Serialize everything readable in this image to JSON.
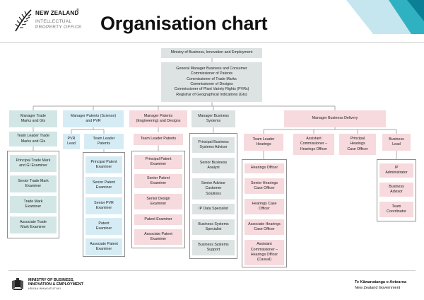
{
  "header": {
    "logo_line1": "NEW ZEALAND",
    "logo_line2": "INTELLECTUAL",
    "logo_line3": "PROPERTY OFFICE",
    "logo_reg": "®",
    "title": "Organisation chart"
  },
  "colors": {
    "grey": "#dde3e3",
    "teal": "#d2e6e6",
    "pink": "#f6dadd",
    "blue": "#d6ecf5",
    "corner_light": "#c5e6ee",
    "corner_teal": "#2fb1c2",
    "corner_dark": "#0b7f95"
  },
  "nodes": {
    "ministry": "Ministry of Business, Innovation and Employment",
    "gm": "General Manager Business and Consumer\nCommissioner of Patents\nCommissioner of Trade Marks\nCommissioner of Designs\nCommissioner of Plant Variety Rights (PVRs)\nRegistrar of Geographical Indications (GIs)",
    "mgr_tm": "Manager Trade\nMarks and GIs",
    "mgr_ps": "Manager Patents (Science)\nand PVR",
    "mgr_pe": "Manager Patents\n(Engineering) and Designs",
    "mgr_bs": "Manager Business\nSystems",
    "mgr_bd": "Manager Business Delivery",
    "tl_tm": "Team Leader Trade\nMarks and GIs",
    "pvr_lead": "PVR\nLead",
    "tl_ps": "Team Leader\nPatents",
    "tl_pe": "Team Leader Patents",
    "tl_hear": "Team Leader\nHearings",
    "asst_comm": "Assistant\nCommissioner –\nHearings Officer",
    "ppco": "Principal\nHearings\nCase Officer",
    "bus_lead": "Business\nLead",
    "tm_ptm": "Principal Trade Mark\nand GI Examiner",
    "tm_stm": "Senior Trade Mark\nExaminer",
    "tm_tme": "Trade Mark\nExaminer",
    "tm_atm": "Associate Trade\nMark Examiner",
    "ps_ppe": "Principal Patent\nExaminer",
    "ps_spe": "Senior Patent\nExaminer",
    "ps_spvr": "Senior PVR\nExaminer",
    "ps_pe": "Patent\nExaminer",
    "ps_ape": "Associate Patent\nExaminer",
    "pe_ppe": "Principal Patent\nExaminer",
    "pe_spe": "Senior Patent\nExaminer",
    "pe_sde": "Senior Design\nExaminer",
    "pe_pe": "Patent Examiner",
    "pe_ape": "Associate Patent\nExaminer",
    "bs_pbsa": "Principal Business\nSystems Advisor",
    "bs_sba": "Senior Business\nAnalyst",
    "bs_sacs": "Senior Advisor\nCustomer\nSolutions",
    "bs_ipds": "IP Data Specialist",
    "bs_bss": "Business Systems\nSpecialist",
    "bs_bsup": "Business Systems\nSupport",
    "h_ho": "Hearings Officer",
    "h_shco": "Senior Hearings\nCase Officer",
    "h_hco": "Hearings Case\nOfficer",
    "h_ahco": "Associate Hearings\nCase Officer",
    "h_achc": "Assistant\nCommissioner –\nHearings Officer\n(Casual)",
    "bl_ipa": "IP\nAdministrator",
    "bl_ba": "Business\nAdvisor",
    "bl_tc": "Team\nCoordinator"
  },
  "footer": {
    "mbie_line1": "MINISTRY OF BUSINESS,",
    "mbie_line2": "INNOVATION & EMPLOYMENT",
    "mbie_line3": "HĪKINA WHAKATUTUKI",
    "gov_line1": "Te Kāwanatanga o Aotearoa",
    "gov_line2": "New Zealand Government"
  }
}
